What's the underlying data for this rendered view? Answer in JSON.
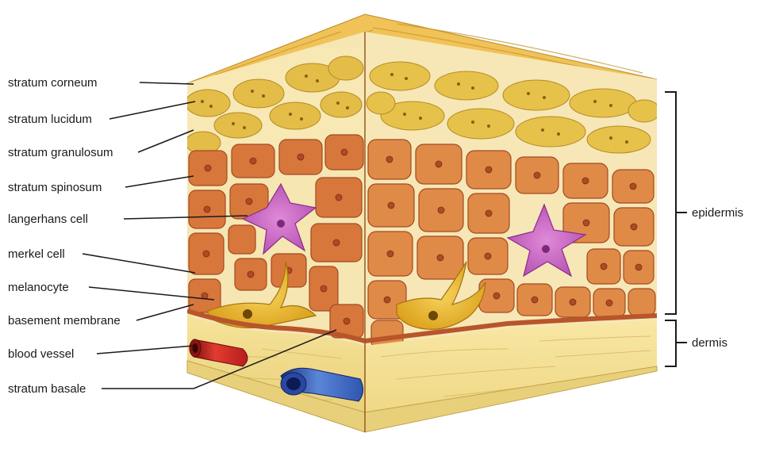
{
  "diagram": {
    "left_labels": [
      "stratum corneum",
      "stratum lucidum",
      "stratum granulosum",
      "stratum spinosum",
      "langerhans cell",
      "merkel cell",
      "melanocyte",
      "basement membrane",
      "blood vessel",
      "stratum basale"
    ],
    "right_labels": [
      "epidermis",
      "dermis"
    ]
  },
  "colors": {
    "corneum": "#f2c04e",
    "granular": "#e6c24a",
    "spinous": "#d9773a",
    "spinous_face": "#e08a48",
    "langerhans": "#c25fc0",
    "melanocyte": "#e8b324",
    "dermis": "#f3dc8a",
    "blood_vessel": "#c62828",
    "blood_vessel_blue": "#2f56b0",
    "membrane": "#b8552a"
  }
}
